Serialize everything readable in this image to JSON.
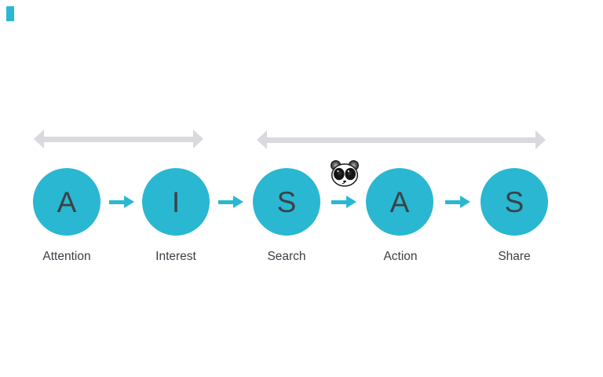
{
  "diagram": {
    "steps": [
      {
        "letter": "A",
        "label": "Attention"
      },
      {
        "letter": "I",
        "label": "Interest"
      },
      {
        "letter": "S",
        "label": "Search"
      },
      {
        "letter": "A",
        "label": "Action"
      },
      {
        "letter": "S",
        "label": "Share"
      }
    ],
    "range_arrows": [
      {
        "name": "attention-interest-range",
        "spans": [
          "Attention",
          "Interest"
        ]
      },
      {
        "name": "search-action-share-range",
        "spans": [
          "Search",
          "Action",
          "Share"
        ]
      }
    ],
    "icons": {
      "panda": "panda-face-icon"
    },
    "colors": {
      "circle_fill": "#2ab7d2",
      "flow_arrow": "#2ab7d2",
      "range_arrow": "#d9dade",
      "letter_text": "#3c4247",
      "label_text": "#3b4045",
      "cursor_artifact": "#2ab7d2",
      "background": "#ffffff"
    }
  }
}
